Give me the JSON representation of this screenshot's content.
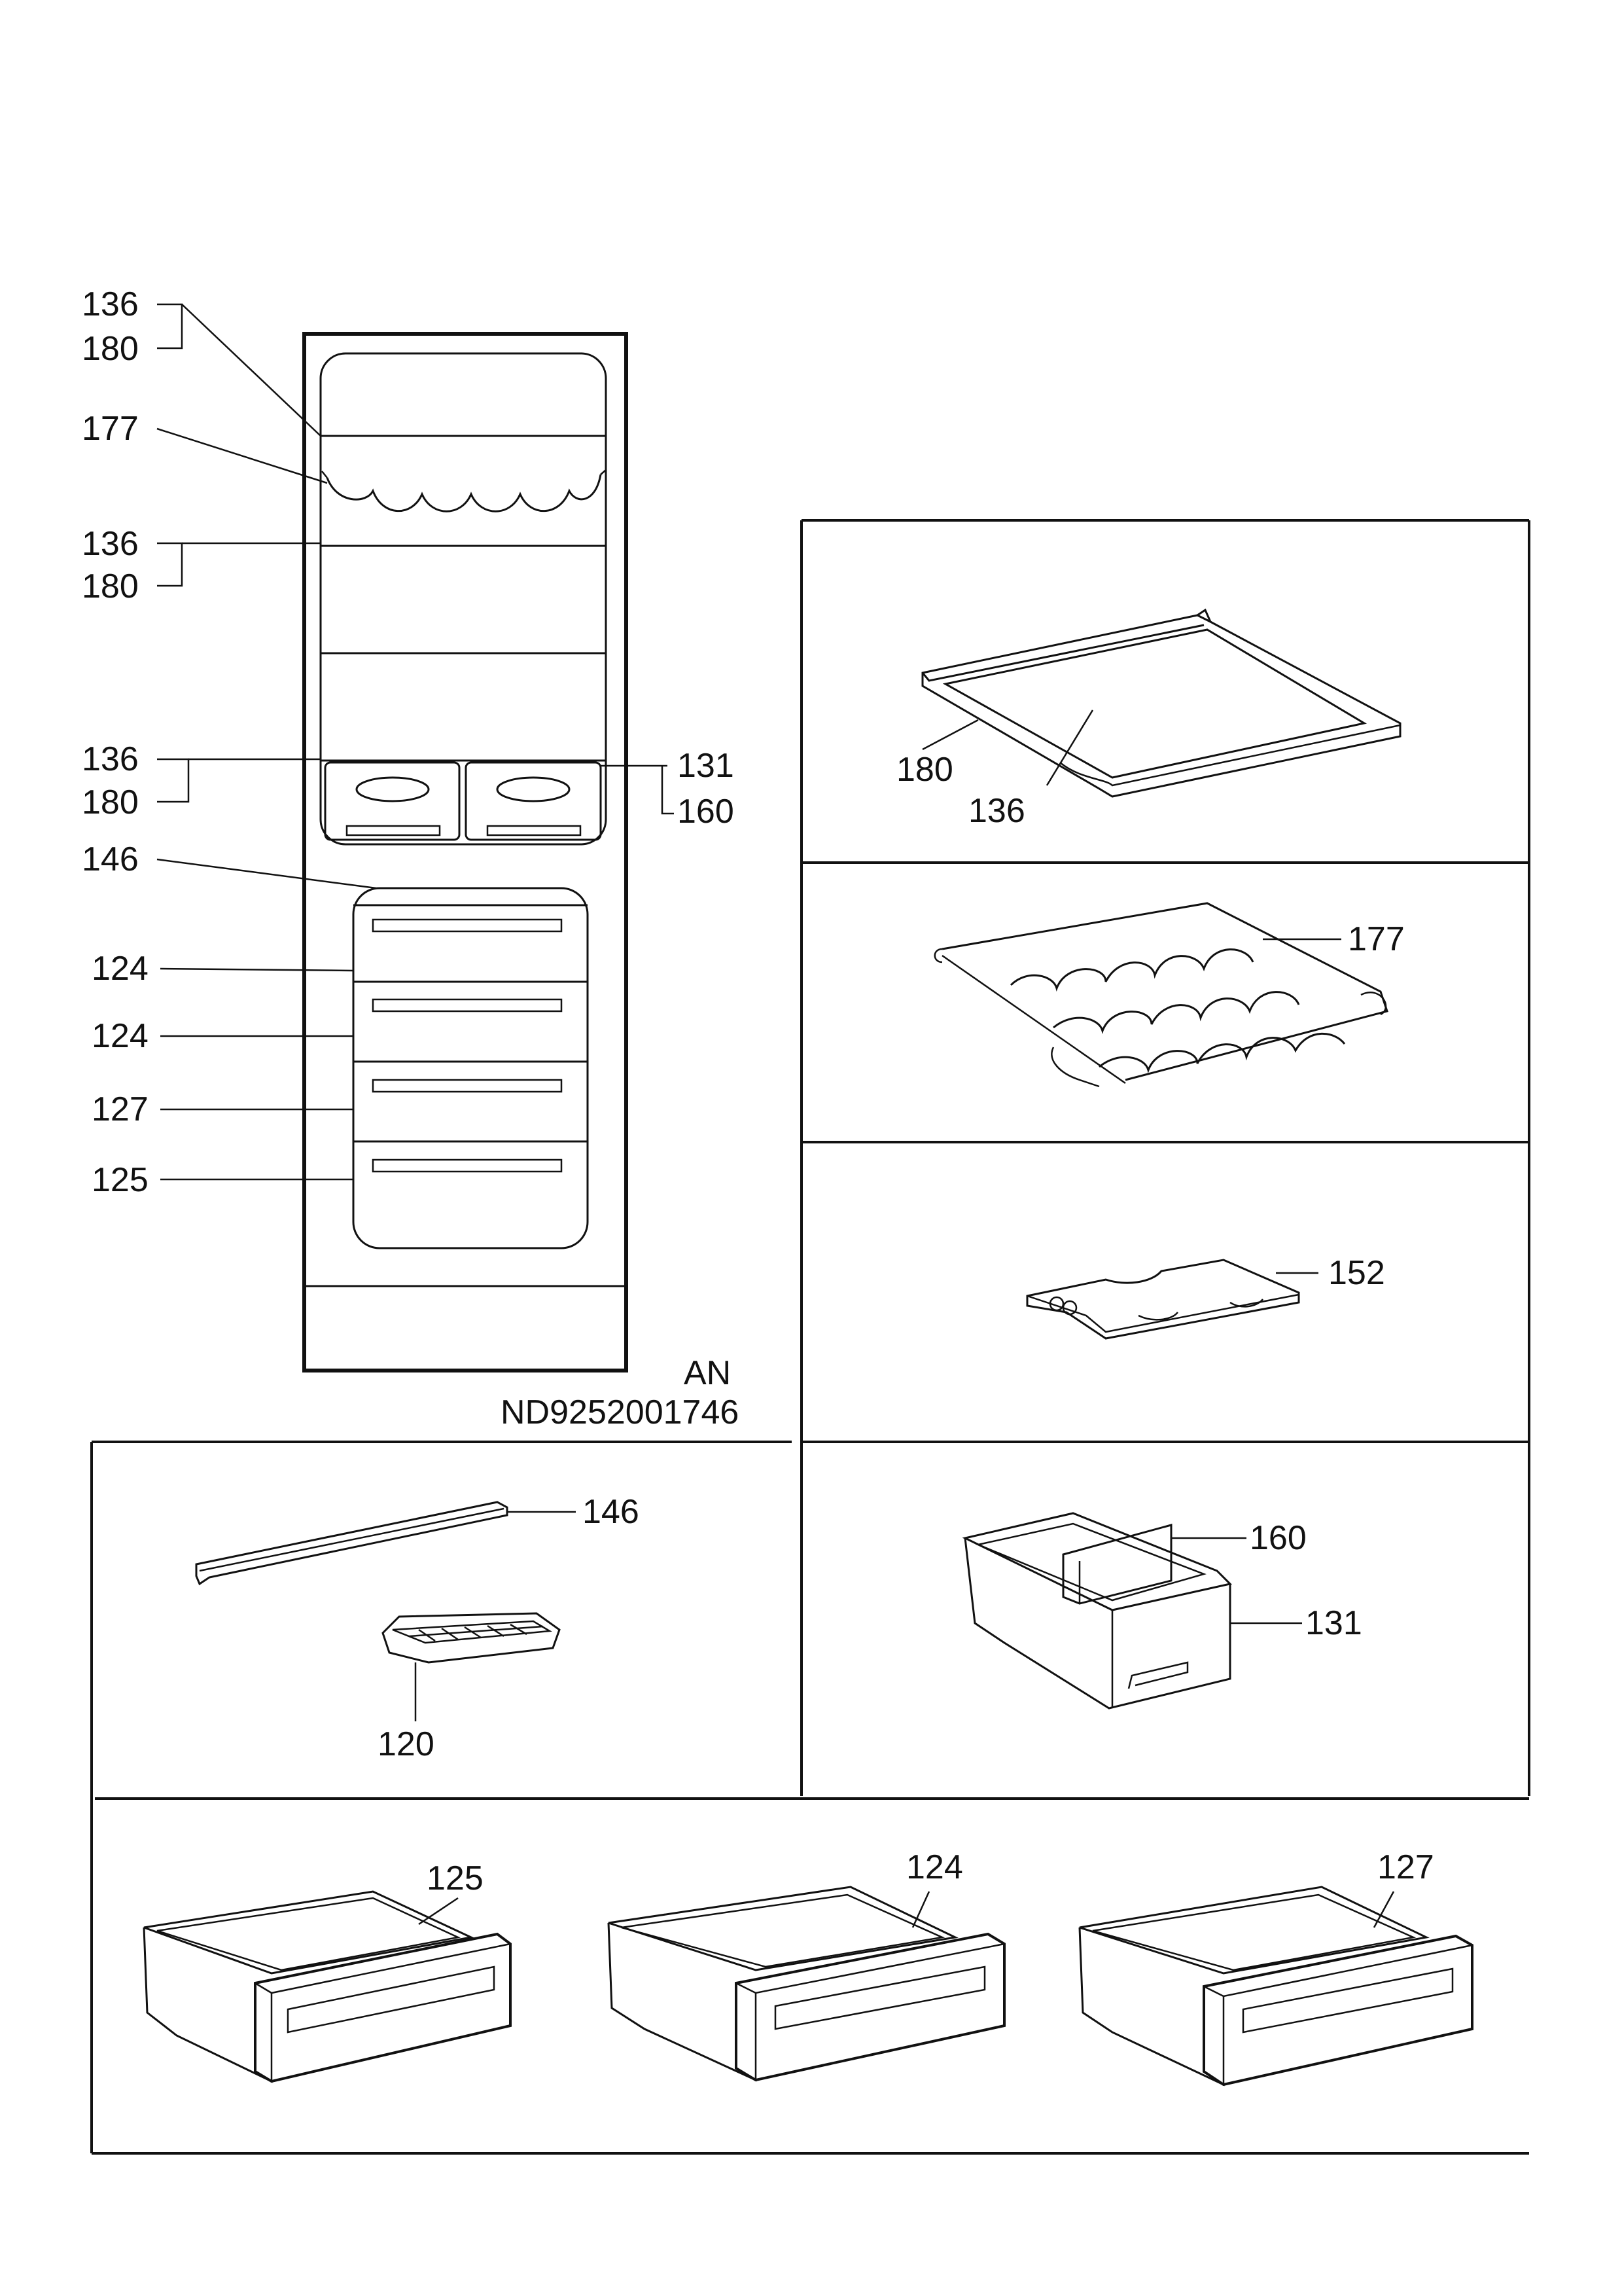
{
  "drawing": {
    "code_line_1": "AN",
    "code_line_2": "ND9252001746"
  },
  "callouts": {
    "c136a": "136",
    "c180a": "180",
    "c177": "177",
    "c136b": "136",
    "c180b": "180",
    "c136c": "136",
    "c180c": "180",
    "c131": "131",
    "c160": "160",
    "c146": "146",
    "c124a": "124",
    "c124b": "124",
    "c127": "127",
    "c125": "125"
  },
  "parts": {
    "glass_shelf_frame": "180",
    "glass_shelf_glass": "136",
    "bottle_rack": "177",
    "divider_plate": "152",
    "trim_strip": "146",
    "ice_tray": "120",
    "crisper_divider": "160",
    "crisper_box": "131",
    "drawer_125": "125",
    "drawer_124": "124",
    "drawer_127": "127"
  }
}
